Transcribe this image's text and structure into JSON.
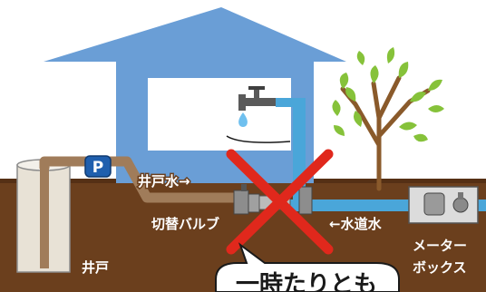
{
  "labels": {
    "well": "井戸",
    "well_water": "井戸水→",
    "switch_valve": "切替バルブ",
    "tap_water": "←水道水",
    "meter_box_line1": "メーター",
    "meter_box_line2": "ボックス",
    "pump_badge": "P",
    "speech_bubble": "一時たりとも"
  },
  "colors": {
    "sky_house": "#6a9ed6",
    "soil": "#6b3f1d",
    "well_pipe": "#a07c5a",
    "city_pipe": "#4aa6d9",
    "cross": "#e0281c",
    "leaf": "#86c23a",
    "trunk": "#8a5a2b",
    "pump": "#1f5fae"
  },
  "icons": [
    "pump-icon",
    "faucet-icon",
    "water-drop-icon",
    "valve-icon",
    "meter-icon",
    "cross-mark-icon",
    "tree-icon"
  ]
}
